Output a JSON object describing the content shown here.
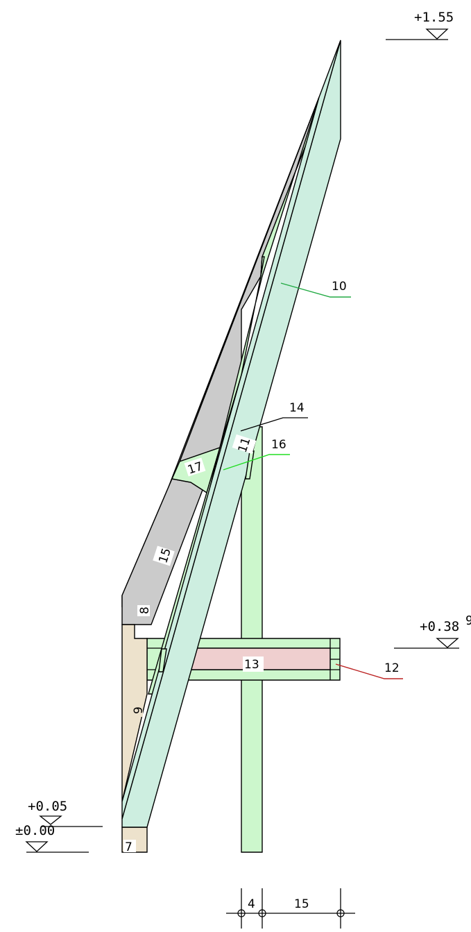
{
  "elevations": {
    "top": "+1.55",
    "mid": "+0.38",
    "mid_sup": "9",
    "low": "+0.05",
    "base": "±0.00"
  },
  "parts": {
    "p7": "7",
    "p8": "8",
    "p9": "9",
    "p10": "10",
    "p11": "11",
    "p12": "12",
    "p13": "13",
    "p14": "14",
    "p15": "15",
    "p16": "16",
    "p17": "17"
  },
  "dimensions": {
    "d1": "4",
    "d2": "15"
  },
  "colors": {
    "green_light": "#cdeee0",
    "green_post": "#ccf7cc",
    "grey": "#cbcbcb",
    "beige": "#ede2cc",
    "pink": "#efcfcf",
    "leader_green": "#22aa44",
    "leader_bright_green": "#22dd22",
    "leader_red": "#bb2222"
  }
}
